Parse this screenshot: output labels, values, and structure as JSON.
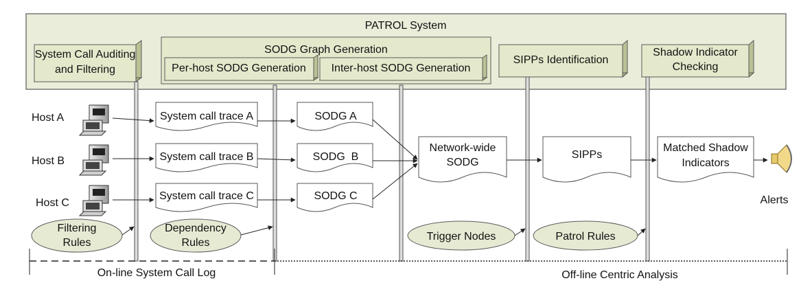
{
  "system": {
    "title": "PATROL System",
    "modules": {
      "auditing": [
        "System Call Auditing",
        "and Filtering"
      ],
      "sodg_generation": "SODG Graph Generation",
      "per_host": "Per-host SODG Generation",
      "inter_host": "Inter-host SODG Generation",
      "sipps_identification": "SIPPs Identification",
      "shadow_checking": [
        "Shadow Indicator",
        "Checking"
      ]
    }
  },
  "hosts": [
    "Host A",
    "Host B",
    "Host C"
  ],
  "traces": [
    "System call trace A",
    "System call trace B",
    "System call trace C"
  ],
  "sodgs": [
    "SODG A",
    "SODG  B",
    "SODG C"
  ],
  "network_sodg": [
    "Network-wide",
    "SODG"
  ],
  "sipps": "SIPPs",
  "matched": [
    "Matched Shadow",
    "Indicators"
  ],
  "alerts": "Alerts",
  "rules": {
    "filtering": [
      "Filtering",
      "Rules"
    ],
    "dependency": [
      "Dependency",
      "Rules"
    ],
    "trigger": "Trigger Nodes",
    "patrol": "Patrol Rules"
  },
  "phases": {
    "online": "On-line System Call Log",
    "offline": "Off-line Centric Analysis"
  },
  "colors": {
    "panel": "#e9edd9",
    "module": "#e4e9cc",
    "ellipse": "#e6ead3",
    "stroke": "#5a5a5a",
    "bar": "#dcdcdc"
  }
}
